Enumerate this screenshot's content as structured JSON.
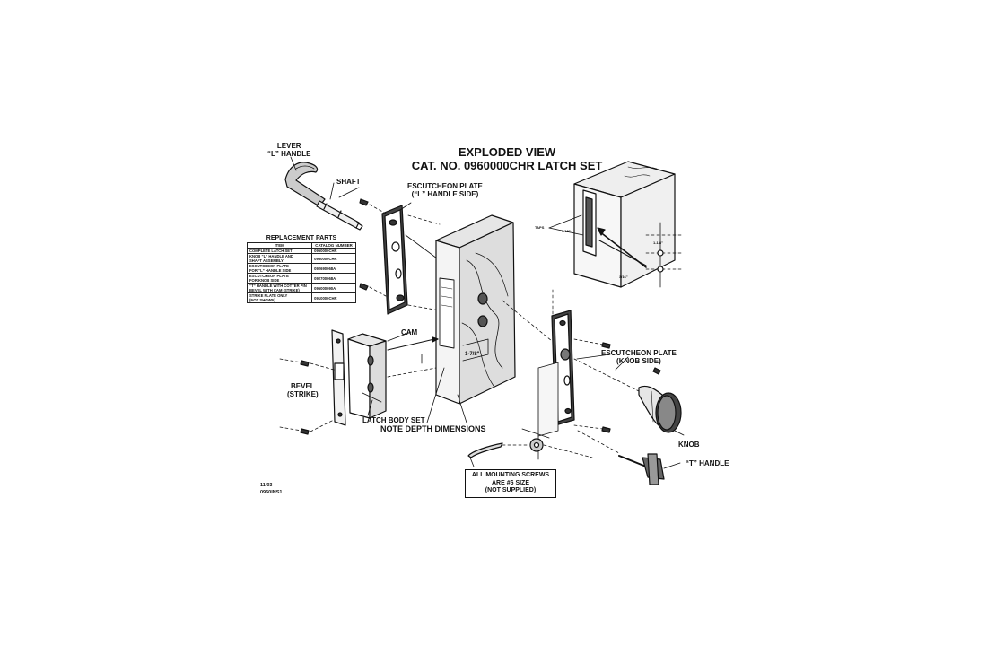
{
  "title": {
    "line1": "EXPLODED VIEW",
    "line2": "CAT. NO. 0960000CHR LATCH SET"
  },
  "labels": {
    "lever_line1": "LEVER",
    "lever_line2": "“L” HANDLE",
    "shaft": "SHAFT",
    "esc_l_line1": "ESCUTCHEON PLATE",
    "esc_l_line2": "(“L” HANDLE SIDE)",
    "cam": "CAM",
    "bevel_line1": "BEVEL",
    "bevel_line2": "(STRIKE)",
    "latch_body": "LATCH BODY SET",
    "note_depth": "NOTE DEPTH DIMENSIONS",
    "esc_knob_line1": "ESCUTCHEON PLATE",
    "esc_knob_line2": "(KNOB SIDE)",
    "knob": "KNOB",
    "t_handle": "“T” HANDLE",
    "taps": "TAPS"
  },
  "replacement_parts": {
    "title": "REPLACEMENT PARTS",
    "header_item": "ITEM",
    "header_catalog": "CATALOG NUMBER",
    "rows": [
      {
        "item_line1": "COMPLETE LATCH SET",
        "item_line2": "",
        "catalog": "0960000CHR"
      },
      {
        "item_line1": "KNOB “L” HANDLE AND",
        "item_line2": "SHAFT ASSEMBLY",
        "catalog": "0960000CHR"
      },
      {
        "item_line1": "ESCUTCHEON PLATE",
        "item_line2": "FOR “L” HANDLE SIDE",
        "catalog": "092690068A"
      },
      {
        "item_line1": "ESCUTCHEON PLATE",
        "item_line2": "FOR KNOB SIDE",
        "catalog": "092700068A"
      },
      {
        "item_line1": "“T” HANDLE WITH COTTER PIN",
        "item_line2": "BEVEL WITH CAM (STRIKE)",
        "catalog": "096000090A"
      },
      {
        "item_line1": "STRIKE PLATE ONLY",
        "item_line2": "(NOT SHOWN)",
        "catalog": "0910000CHR"
      }
    ]
  },
  "mounting_note": {
    "line1": "ALL MOUNTING SCREWS",
    "line2": "ARE #6 SIZE",
    "line3": "(NOT SUPPLIED)"
  },
  "footer": {
    "date": "11/03",
    "doc_id": "0960INS1"
  },
  "inset_dims": {
    "d1": "3/16\"",
    "d2": "1-1/8\"",
    "d3": "3/16\""
  },
  "door_dim": "1-7/8\"",
  "colors": {
    "ink": "#111111",
    "background": "#ffffff"
  }
}
